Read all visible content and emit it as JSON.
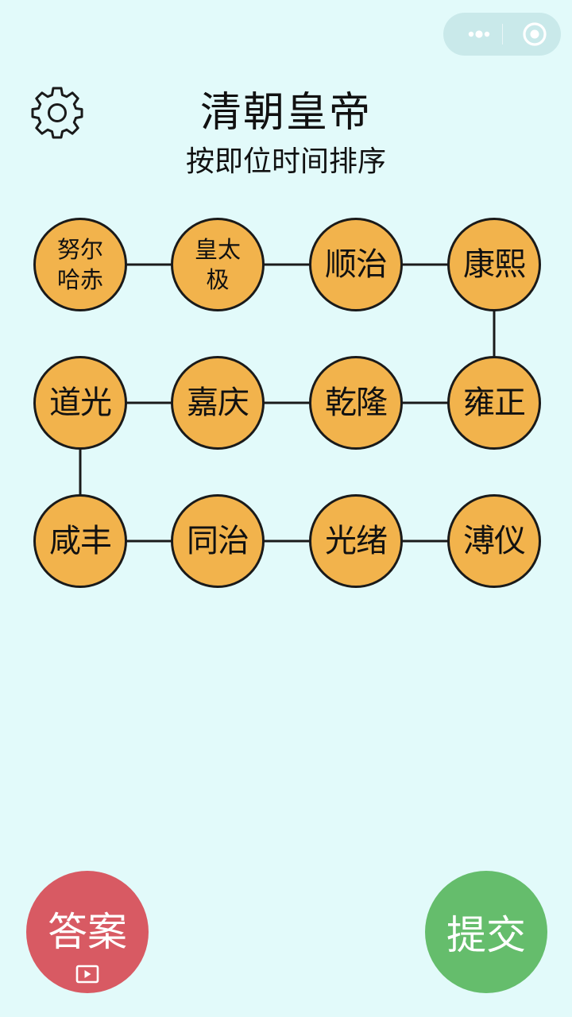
{
  "header": {
    "title": "清朝皇帝",
    "subtitle": "按即位时间排序"
  },
  "icons": {
    "settings": "gear-icon",
    "more": "more-dots-icon",
    "close": "target-circle-icon",
    "video": "video-play-icon"
  },
  "colors": {
    "background": "#e2fafa",
    "node_fill": "#f2b34c",
    "node_border": "#1a1a1a",
    "answer_button": "#d85a63",
    "submit_button": "#65bd6c"
  },
  "nodes": [
    {
      "label": "努尔哈赤"
    },
    {
      "label": "皇太极"
    },
    {
      "label": "顺治"
    },
    {
      "label": "康熙"
    },
    {
      "label": "雍正"
    },
    {
      "label": "乾隆"
    },
    {
      "label": "嘉庆"
    },
    {
      "label": "道光"
    },
    {
      "label": "咸丰"
    },
    {
      "label": "同治"
    },
    {
      "label": "光绪"
    },
    {
      "label": "溥仪"
    }
  ],
  "buttons": {
    "answer_label": "答案",
    "submit_label": "提交"
  }
}
